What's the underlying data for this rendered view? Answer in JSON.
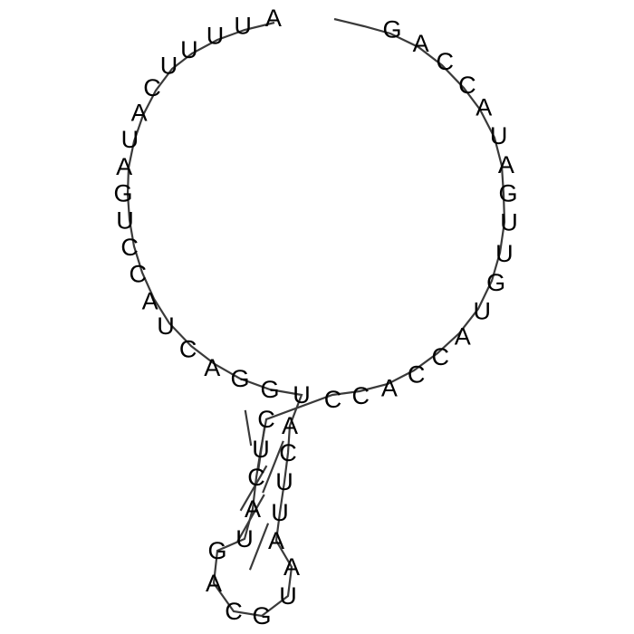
{
  "diagram": {
    "type": "rna-secondary-structure",
    "sequence_5to3": [
      "A",
      "U",
      "U",
      "U",
      "U",
      "C",
      "A",
      "U",
      "A",
      "G",
      "U",
      "C",
      "C",
      "A",
      "U",
      "C",
      "A",
      "G",
      "G",
      "U",
      "A",
      "C",
      "U",
      "U",
      "A",
      "A",
      "U",
      "G",
      "C",
      "A",
      "G",
      "U",
      "A",
      "C",
      "U",
      "C",
      "C",
      "C",
      "A",
      "C",
      "C",
      "A",
      "U",
      "G",
      "U",
      "U",
      "G",
      "A",
      "U",
      "A",
      "C",
      "C",
      "A",
      "G"
    ],
    "base_pairs": [
      [
        17,
        33
      ],
      [
        18,
        32
      ],
      [
        19,
        31
      ],
      [
        20,
        30
      ],
      [
        21,
        29
      ],
      [
        22,
        28
      ]
    ],
    "colors": {
      "backbone": "#3a3a3a",
      "text": "#000000",
      "background": "#ffffff"
    }
  }
}
